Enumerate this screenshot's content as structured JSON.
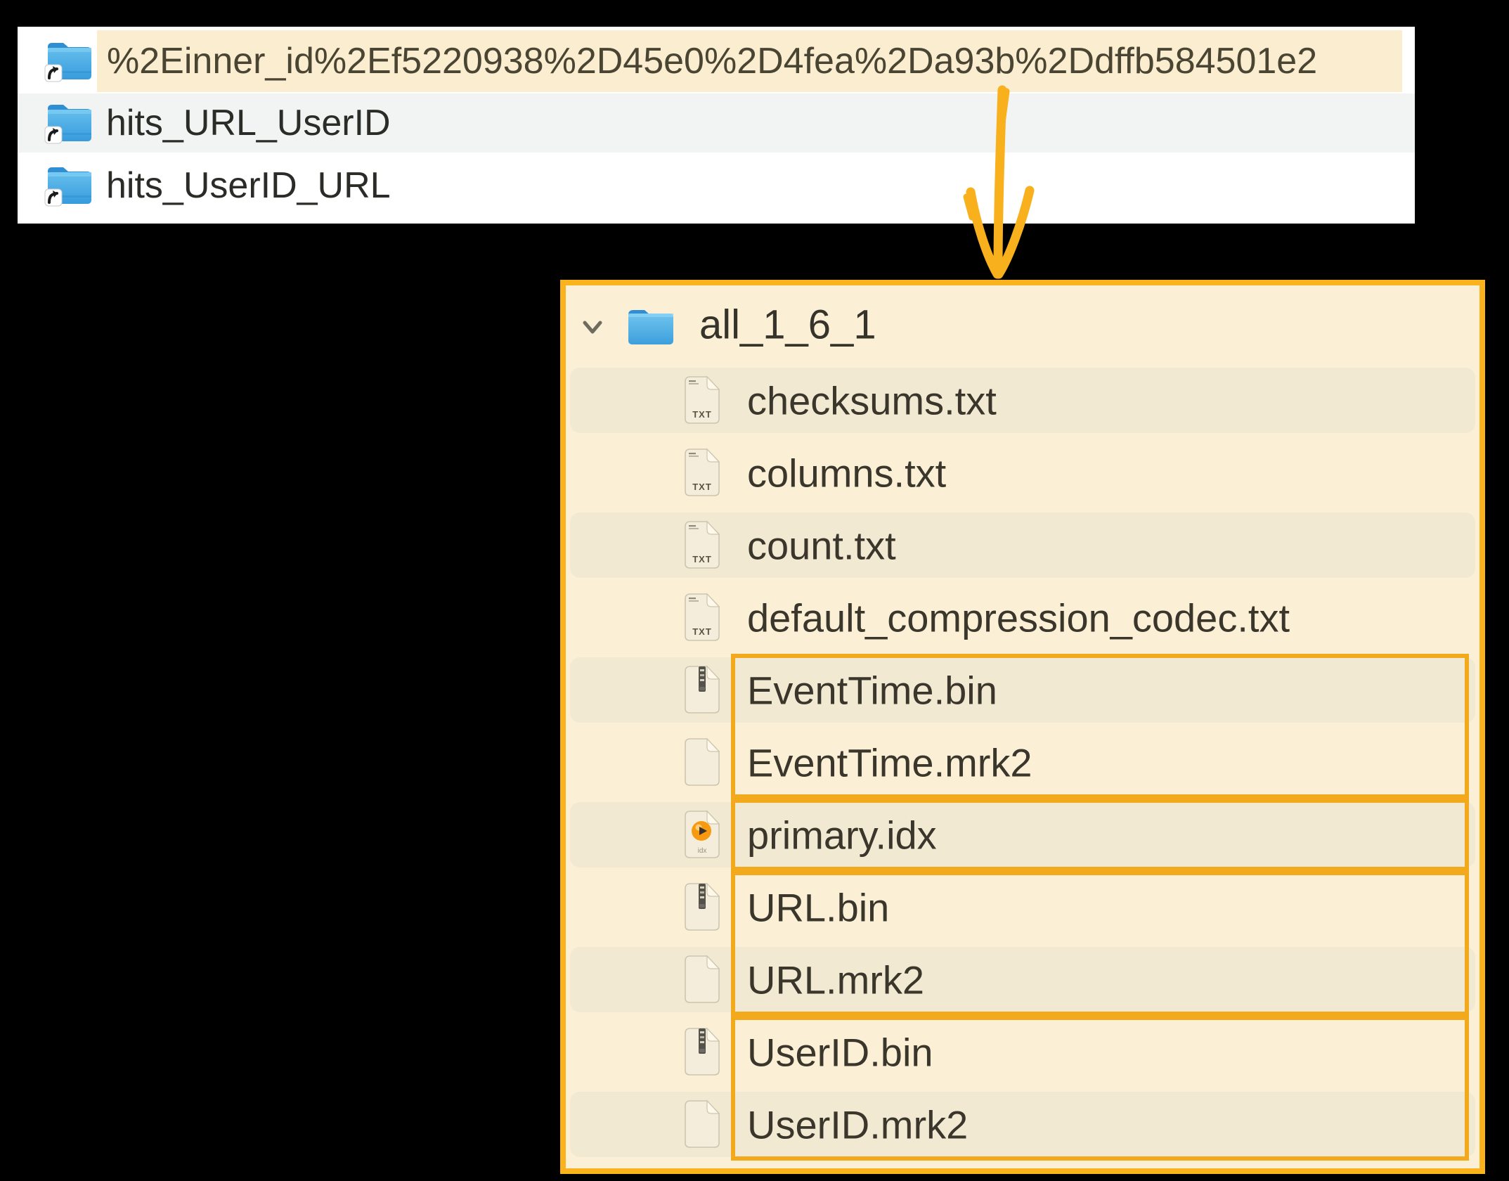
{
  "colors": {
    "accent_amber": "#F8B01C",
    "panel_border": "#FAB31C",
    "annotation_box": "#F3A91C",
    "tree_bg": "#FBF0D6",
    "tree_stripe": "#F1E9D1",
    "row_highlight": "#FAEDD0",
    "row_zebra_gray": "#F2F4F3",
    "folder_blue": "#45A5E0"
  },
  "finder_window": {
    "rows": [
      {
        "name": "%2Einner_id%2Ef5220938%2D45e0%2D4fea%2Da93b%2Ddffb584501e2",
        "icon": "folder-alias-icon",
        "highlighted": true
      },
      {
        "name": "hits_URL_UserID",
        "icon": "folder-alias-icon",
        "highlighted": false
      },
      {
        "name": "hits_UserID_URL",
        "icon": "folder-alias-icon",
        "highlighted": false
      }
    ]
  },
  "annotation_arrow": {
    "direction": "down",
    "color": "#F8B01C"
  },
  "tree_panel": {
    "root": {
      "label": "all_1_6_1",
      "icon": "folder-icon",
      "expanded": true
    },
    "files": [
      {
        "label": "checksums.txt",
        "icon": "txt-file-icon",
        "stripe": true
      },
      {
        "label": "columns.txt",
        "icon": "txt-file-icon",
        "stripe": false
      },
      {
        "label": "count.txt",
        "icon": "txt-file-icon",
        "stripe": true
      },
      {
        "label": "default_compression_codec.txt",
        "icon": "txt-file-icon",
        "stripe": false
      },
      {
        "label": "EventTime.bin",
        "icon": "bin-file-icon",
        "stripe": true
      },
      {
        "label": "EventTime.mrk2",
        "icon": "plain-file-icon",
        "stripe": false
      },
      {
        "label": "primary.idx",
        "icon": "idx-file-icon",
        "stripe": true
      },
      {
        "label": "URL.bin",
        "icon": "bin-file-icon",
        "stripe": false
      },
      {
        "label": "URL.mrk2",
        "icon": "plain-file-icon",
        "stripe": true
      },
      {
        "label": "UserID.bin",
        "icon": "bin-file-icon",
        "stripe": false
      },
      {
        "label": "UserID.mrk2",
        "icon": "plain-file-icon",
        "stripe": true
      }
    ],
    "annotation_groups": [
      {
        "name": "eventtime-column-box",
        "start": 4,
        "end": 5
      },
      {
        "name": "primary-index-box",
        "start": 6,
        "end": 6
      },
      {
        "name": "url-column-box",
        "start": 7,
        "end": 8
      },
      {
        "name": "userid-column-box",
        "start": 9,
        "end": 10
      }
    ]
  }
}
